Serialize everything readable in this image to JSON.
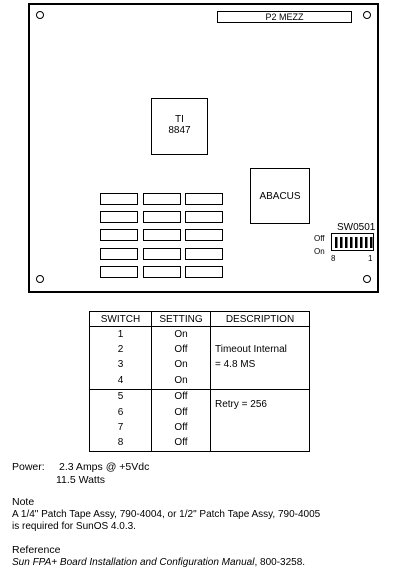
{
  "board": {
    "mezz_label": "P2 MEZZ",
    "ti_chip": {
      "line1": "TI",
      "line2": "8847"
    },
    "abacus_label": "ABACUS",
    "switch_label": "SW0501",
    "off_label": "Off",
    "on_label": "On",
    "num_first": "8",
    "num_last": "1"
  },
  "table": {
    "headers": [
      "SWITCH",
      "SETTING",
      "DESCRIPTION"
    ],
    "rows": [
      {
        "switch": "1",
        "setting": "On"
      },
      {
        "switch": "2",
        "setting": "Off"
      },
      {
        "switch": "3",
        "setting": "On"
      },
      {
        "switch": "4",
        "setting": "On"
      },
      {
        "switch": "5",
        "setting": "Off"
      },
      {
        "switch": "6",
        "setting": "Off"
      },
      {
        "switch": "7",
        "setting": "Off"
      },
      {
        "switch": "8",
        "setting": "Off"
      }
    ],
    "desc_group1": {
      "line1": "Timeout Internal",
      "line2": "= 4.8 MS"
    },
    "desc_group2": "Retry = 256"
  },
  "power": {
    "label": "Power:",
    "line1": "2.3 Amps @ +5Vdc",
    "line2": "11.5 Watts"
  },
  "note": {
    "heading": "Note",
    "line1": "A 1/4\" Patch Tape Assy, 790-4004, or 1/2\" Patch Tape Assy, 790-4005",
    "line2": "is required for SunOS 4.0.3."
  },
  "reference": {
    "heading": "Reference",
    "title": "Sun FPA+ Board Installation and Configuration Manual",
    "suffix": ", 800-3258."
  }
}
